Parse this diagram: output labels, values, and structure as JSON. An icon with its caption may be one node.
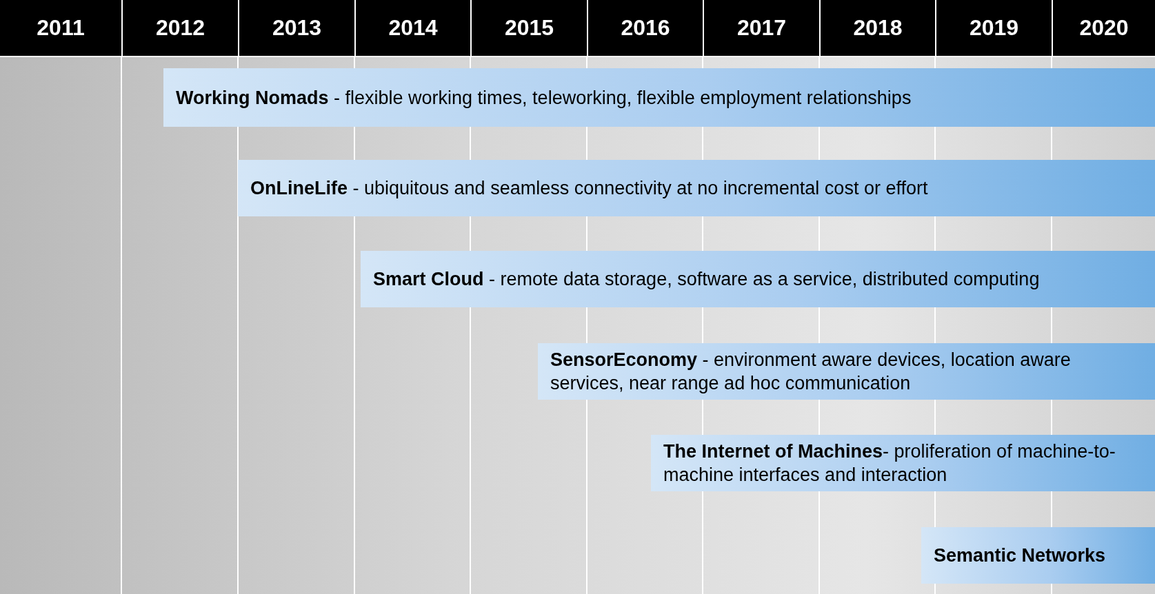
{
  "diagram": {
    "nodes": [
      {
        "text": [
          "2011"
        ]
      },
      {
        "text": [
          "2012"
        ]
      },
      {
        "text": [
          "2013"
        ]
      },
      {
        "text": [
          "2014"
        ]
      },
      {
        "text": [
          "2015"
        ]
      },
      {
        "text": [
          "2016"
        ]
      },
      {
        "text": [
          "2017"
        ]
      },
      {
        "text": [
          "2018"
        ]
      },
      {
        "text": [
          "2019"
        ]
      },
      {
        "text": [
          "2020"
        ]
      },
      {
        "text": [
          "**Working Nomads** - flexible working times, teleworking, flexible employment relationships"
        ]
      },
      {
        "text": [
          "**OnLineLife** - ubiquitous and seamless connectivity at no incremental cost or effort"
        ]
      },
      {
        "text": [
          "**Smart Cloud** - remote data storage, software as a service, distributed computing"
        ]
      },
      {
        "text": [
          "**SensorEconomy** - environment aware devices, location aware services, near range ad hoc communication"
        ]
      },
      {
        "text": [
          "**The Internet of Machines**- proliferation of machine-to-machine interfaces and interaction"
        ]
      },
      {
        "text": [
          "**Semantic Networks**"
        ]
      }
    ]
  }
}
